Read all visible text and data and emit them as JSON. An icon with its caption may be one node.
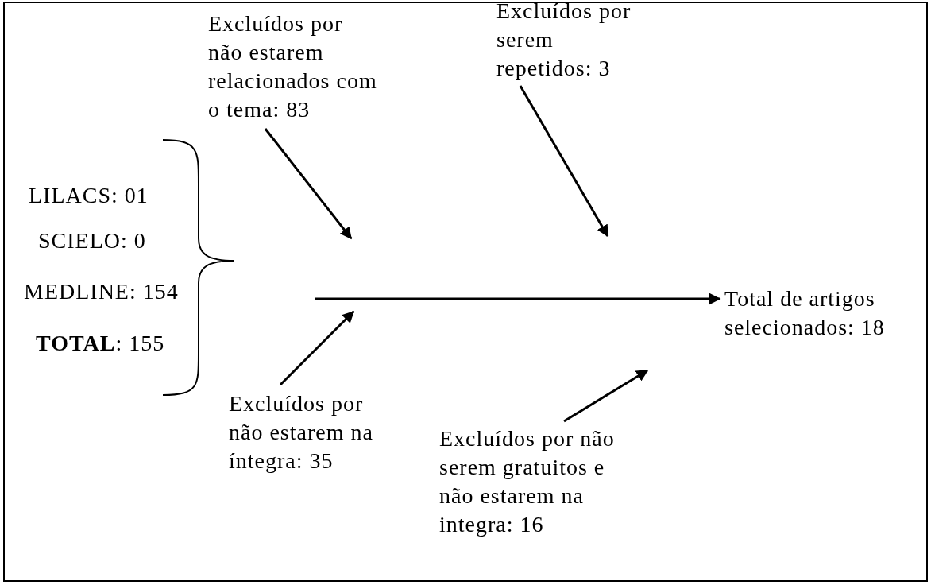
{
  "diagram": {
    "nodes": [
      {
        "text": [
          "Excluídos por não estarem relacionados com o tema: 83"
        ]
      },
      {
        "text": [
          "Excluídos por serem repetidos: 3"
        ]
      },
      {
        "text": [
          "Total de artigos selecionados: 18"
        ]
      },
      {
        "text": [
          "Excluídos por não estarem na íntegra: 35"
        ]
      },
      {
        "text": [
          "Excluídos por não serem gratuitos e não estarem na integra: 16"
        ]
      }
    ],
    "edges": [
      {
        "from": null,
        "to": 2,
        "arrow": "to"
      },
      {
        "from": 0,
        "to": null,
        "arrow": "to"
      },
      {
        "from": 1,
        "to": null,
        "arrow": "to"
      },
      {
        "from": 3,
        "to": null,
        "arrow": "to"
      },
      {
        "from": 4,
        "to": null,
        "arrow": "to"
      }
    ],
    "labels": [
      "LILACS: 01",
      "SCIELO: 0",
      "MEDLINE: 154",
      "**TOTAL**: 155"
    ]
  }
}
